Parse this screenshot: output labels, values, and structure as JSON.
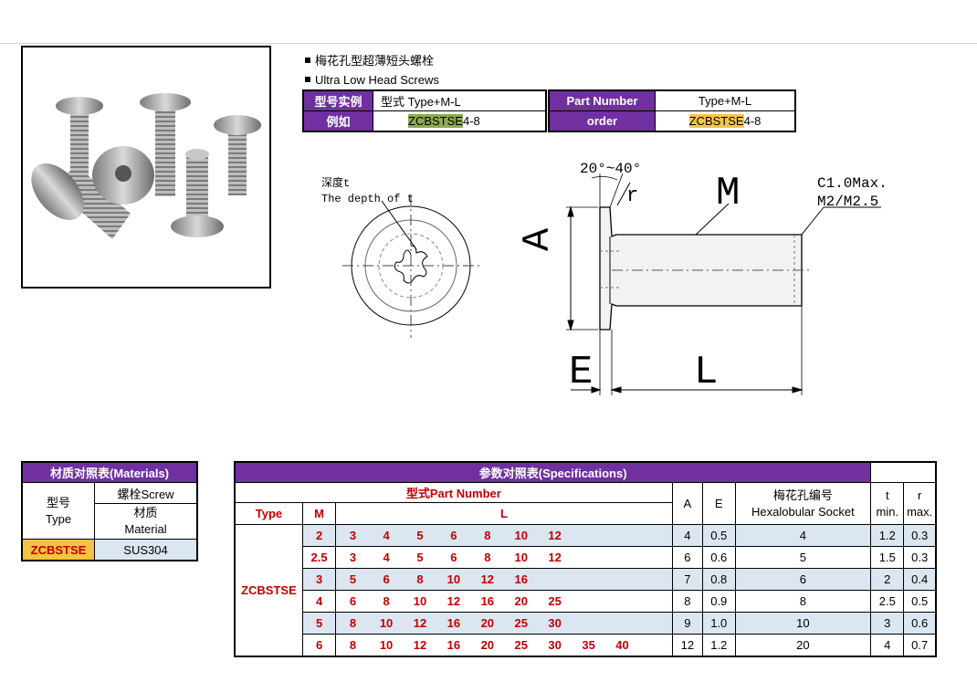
{
  "header": {
    "title_cn": "梅花孔型超薄短头螺栓",
    "title_en": "Ultra Low Head Screws"
  },
  "part_number_cn": {
    "row1_label": "型号实例",
    "row1_value": "型式  Type+M-L",
    "row2_label": "例如",
    "row2_code": "ZCBSTSE",
    "row2_suffix": "4-8"
  },
  "part_number_en": {
    "row1_label": "Part Number",
    "row1_value": "Type+M-L",
    "row2_label": "order",
    "row2_code": "ZCBSTSE",
    "row2_suffix": "4-8"
  },
  "drawing": {
    "depth_cn": "深度t",
    "depth_en": "The depth of t",
    "angle": "20°~40°",
    "r": "r",
    "M": "M",
    "chamfer1": "C1.0Max.",
    "chamfer2": "M2/M2.5",
    "A": "A",
    "E": "E",
    "L": "L"
  },
  "materials": {
    "title": "材质对照表(Materials)",
    "type_cn": "型号",
    "type_en": "Type",
    "screw": "螺栓Screw",
    "material_cn": "材质",
    "material_en": "Material",
    "code": "ZCBSTSE",
    "material_value": "SUS304"
  },
  "specs": {
    "title": "参数对照表(Specifications)",
    "part_number": "型式Part Number",
    "col_type": "Type",
    "col_M": "M",
    "col_L": "L",
    "col_A": "A",
    "col_E": "E",
    "col_socket_cn": "梅花孔编号",
    "col_socket_en": "Hexalobular Socket",
    "col_t": "t",
    "col_t_sub": "min.",
    "col_r": "r",
    "col_r_sub": "max.",
    "type_code": "ZCBSTSE",
    "rows": [
      {
        "M": "2",
        "L": [
          "3",
          "4",
          "5",
          "6",
          "8",
          "10",
          "12",
          "",
          "",
          ""
        ],
        "A": "4",
        "E": "0.5",
        "socket": "4",
        "t": "1.2",
        "r": "0.3"
      },
      {
        "M": "2.5",
        "L": [
          "3",
          "4",
          "5",
          "6",
          "8",
          "10",
          "12",
          "",
          "",
          ""
        ],
        "A": "6",
        "E": "0.6",
        "socket": "5",
        "t": "1.5",
        "r": "0.3"
      },
      {
        "M": "3",
        "L": [
          "5",
          "6",
          "8",
          "10",
          "12",
          "16",
          "",
          "",
          "",
          ""
        ],
        "A": "7",
        "E": "0.8",
        "socket": "6",
        "t": "2",
        "r": "0.4"
      },
      {
        "M": "4",
        "L": [
          "6",
          "8",
          "10",
          "12",
          "16",
          "20",
          "25",
          "",
          "",
          ""
        ],
        "A": "8",
        "E": "0.9",
        "socket": "8",
        "t": "2.5",
        "r": "0.5"
      },
      {
        "M": "5",
        "L": [
          "8",
          "10",
          "12",
          "16",
          "20",
          "25",
          "30",
          "",
          "",
          ""
        ],
        "A": "9",
        "E": "1.0",
        "socket": "10",
        "t": "3",
        "r": "0.6"
      },
      {
        "M": "6",
        "L": [
          "8",
          "10",
          "12",
          "16",
          "20",
          "25",
          "30",
          "35",
          "40",
          ""
        ],
        "A": "12",
        "E": "1.2",
        "socket": "20",
        "t": "4",
        "r": "0.7"
      }
    ]
  }
}
